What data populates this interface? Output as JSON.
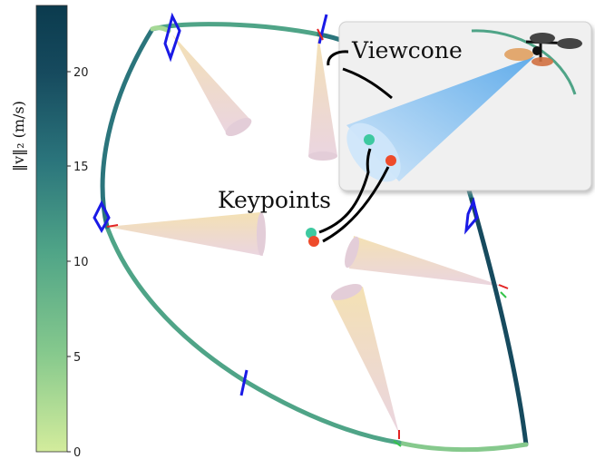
{
  "colorbar": {
    "label": "‖v‖₂ (m/s)",
    "ticks": [
      "0",
      "5",
      "10",
      "15",
      "20"
    ],
    "range": [
      0,
      23.5
    ],
    "colors": [
      "#d3ec9c",
      "#86c98d",
      "#4fa487",
      "#2b757c",
      "#164a5e",
      "#0b3b4e"
    ]
  },
  "annotations": {
    "viewcone": "Viewcone",
    "keypoints": "Keypoints"
  },
  "colors": {
    "keypoint_teal": "#3ec9a0",
    "keypoint_red": "#ee4b2b",
    "camera_marker": "#1a1ae6",
    "cone_tip": "#f2dca6",
    "cone_base": "#e6c8d8",
    "viewcone_blue": "#8ec8f2",
    "inset_bg": "#f0f0f0"
  }
}
